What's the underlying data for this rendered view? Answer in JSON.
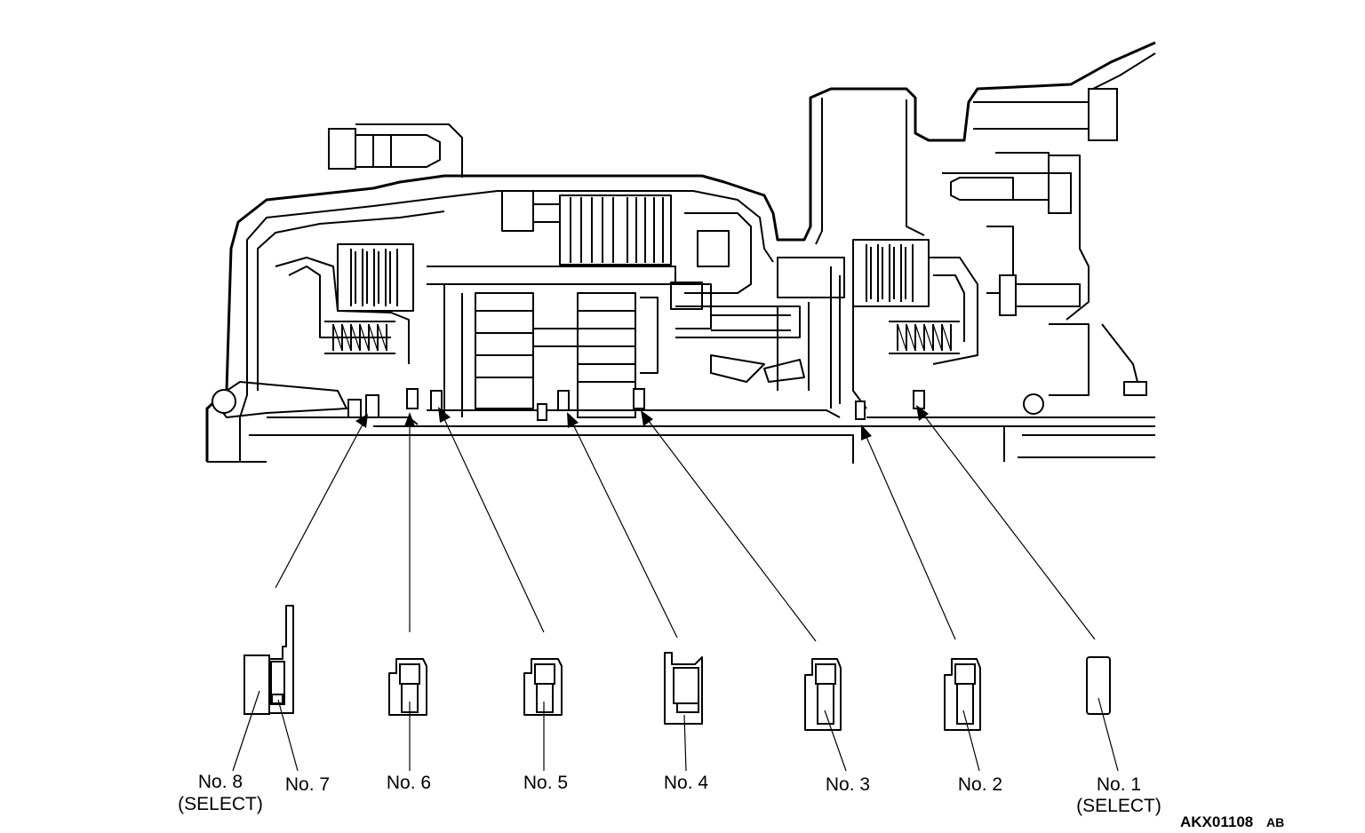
{
  "figure_code": {
    "main": "AKX01108",
    "suffix": "AB"
  },
  "callouts": [
    {
      "id": "no8",
      "label": "No. 8",
      "sublabel": "(SELECT)"
    },
    {
      "id": "no7",
      "label": "No. 7",
      "sublabel": ""
    },
    {
      "id": "no6",
      "label": "No. 6",
      "sublabel": ""
    },
    {
      "id": "no5",
      "label": "No. 5",
      "sublabel": ""
    },
    {
      "id": "no4",
      "label": "No. 4",
      "sublabel": ""
    },
    {
      "id": "no3",
      "label": "No. 3",
      "sublabel": ""
    },
    {
      "id": "no2",
      "label": "No. 2",
      "sublabel": ""
    },
    {
      "id": "no1",
      "label": "No. 1",
      "sublabel": "(SELECT)"
    }
  ]
}
